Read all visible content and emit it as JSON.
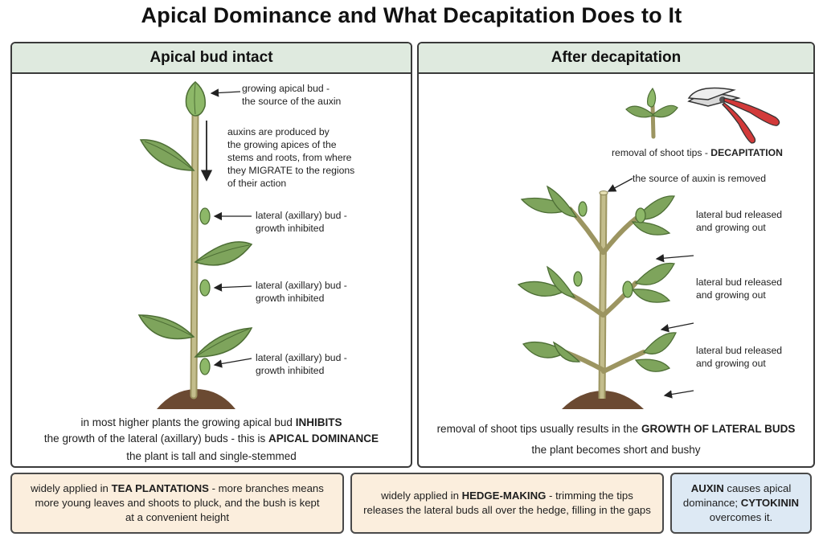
{
  "title": "Apical Dominance and What Decapitation Does to It",
  "left_panel": {
    "header": "Apical bud intact",
    "apical_bud_label": [
      "growing apical bud -",
      "the source of the auxin"
    ],
    "auxin_label": [
      "auxins are produced by",
      "the growing apices of the",
      "stems and roots, from where",
      "they MIGRATE to the regions",
      "of their action"
    ],
    "lateral_bud_labels": [
      [
        "lateral (axillary) bud -",
        "growth inhibited"
      ],
      [
        "lateral (axillary) bud -",
        "growth inhibited"
      ],
      [
        "lateral (axillary) bud -",
        "growth inhibited"
      ]
    ],
    "caption_line1_pre": "in most higher plants the growing apical bud ",
    "caption_line1_bold": "INHIBITS",
    "caption_line2_pre": "the growth of the lateral (axillary) buds - this is ",
    "caption_line2_bold": "APICAL DOMINANCE",
    "caption_line3": "the plant is tall and single-stemmed"
  },
  "right_panel": {
    "header": "After decapitation",
    "removal_label_pre": "removal of shoot tips - ",
    "removal_label_bold": "DECAPITATION",
    "source_removed_label": "the source of auxin is removed",
    "released_labels": [
      [
        "lateral bud released",
        "and growing out"
      ],
      [
        "lateral bud released",
        "and growing out"
      ],
      [
        "lateral bud released",
        "and growing out"
      ]
    ],
    "caption_line1_pre": "removal of shoot tips usually results in the ",
    "caption_line1_bold": "GROWTH OF LATERAL BUDS",
    "caption_line2": "the plant becomes short and bushy"
  },
  "bottom_boxes": {
    "tea_pre": "widely applied in ",
    "tea_bold": "TEA PLANTATIONS",
    "tea_line1_post": " - more branches means",
    "tea_line2": "more young leaves and shoots to pluck, and the bush is kept",
    "tea_line3": "at a convenient height",
    "hedge_pre": "widely applied in ",
    "hedge_bold": "HEDGE-MAKING",
    "hedge_line1_post": " - trimming the tips",
    "hedge_line2": "releases the lateral buds all over the hedge, filling in the gaps",
    "auxin_bold": "AUXIN",
    "auxin_line1_post": " causes apical",
    "auxin_line2_pre": "dominance; ",
    "auxin_bold2": "CYTOKININ",
    "auxin_line3": "overcomes it."
  },
  "colors": {
    "leaf": "#7ea45c",
    "leaf_dark": "#4d6e35",
    "stem": "#b3ad7a",
    "soil": "#6b4a32",
    "header_bg": "#dfeadf",
    "shears_handle": "#d23a3a"
  }
}
